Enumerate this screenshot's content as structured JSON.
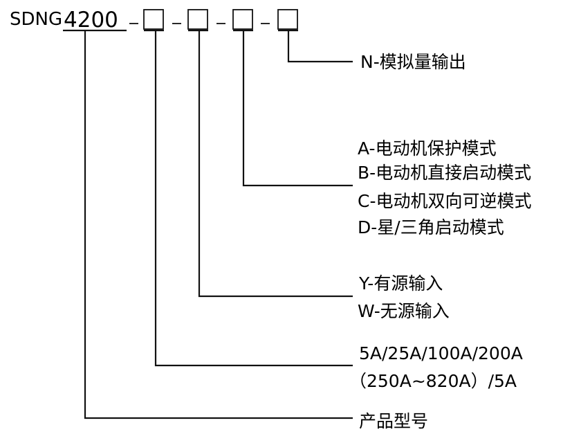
{
  "model_code": {
    "prefix": "SDNG",
    "base": "4200",
    "separator": "-"
  },
  "options": {
    "analog_output": {
      "lines": [
        "N-模拟量输出"
      ]
    },
    "mode": {
      "lines": [
        "A-电动机保护模式",
        "B-电动机直接启动模式",
        "C-电动机双向可逆模式",
        "D-星/三角启动模式"
      ]
    },
    "input_type": {
      "lines": [
        "Y-有源输入",
        "W-无源输入"
      ]
    },
    "current": {
      "lines": [
        "5A/25A/100A/200A",
        "（250A~820A）/5A"
      ]
    },
    "product_model": {
      "lines": [
        "产品型号"
      ]
    }
  }
}
